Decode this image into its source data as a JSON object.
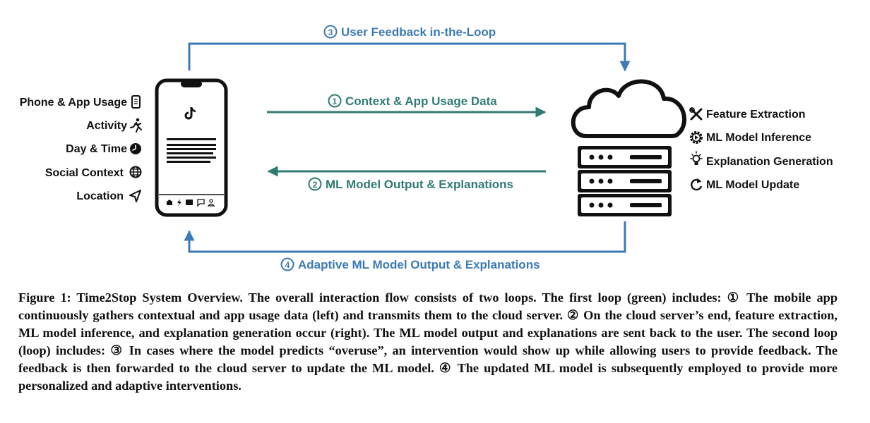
{
  "colors": {
    "green": "#2f7a72",
    "blue": "#3b7ab5",
    "ink": "#111111"
  },
  "left_features": [
    {
      "label": "Phone & App Usage",
      "icon": "phone-icon"
    },
    {
      "label": "Activity",
      "icon": "running-person-icon"
    },
    {
      "label": "Day & Time",
      "icon": "clock-icon"
    },
    {
      "label": "Social Context",
      "icon": "globe-icon"
    },
    {
      "label": "Location",
      "icon": "location-arrow-icon"
    }
  ],
  "right_features": [
    {
      "label": "Feature Extraction",
      "icon": "tools-icon"
    },
    {
      "label": "ML Model Inference",
      "icon": "gear-play-icon"
    },
    {
      "label": "Explanation Generation",
      "icon": "lightbulb-icon"
    },
    {
      "label": "ML Model Update",
      "icon": "refresh-icon"
    }
  ],
  "flows": {
    "f1": {
      "num": "1",
      "label": "Context & App Usage Data"
    },
    "f2": {
      "num": "2",
      "label": "ML Model Output & Explanations"
    },
    "f3": {
      "num": "3",
      "label": "User Feedback in-the-Loop"
    },
    "f4": {
      "num": "4",
      "label": "Adaptive ML Model Output & Explanations"
    }
  },
  "caption": "Figure 1: Time2Stop System Overview. The overall interaction flow consists of two loops. The first loop (green) includes: ① The mobile app continuously gathers contextual and app usage data (left) and transmits them to the cloud server. ② On the cloud server’s end, feature extraction, ML model inference, and explanation generation occur (right). The ML model output and explanations are sent back to the user. The second loop (loop) includes: ③ In cases where the model predicts “overuse”, an intervention would show up while allowing users to provide feedback. The feedback is then forwarded to the cloud server to update the ML model. ④ The updated ML model is subsequently employed to provide more personalized and adaptive interventions."
}
